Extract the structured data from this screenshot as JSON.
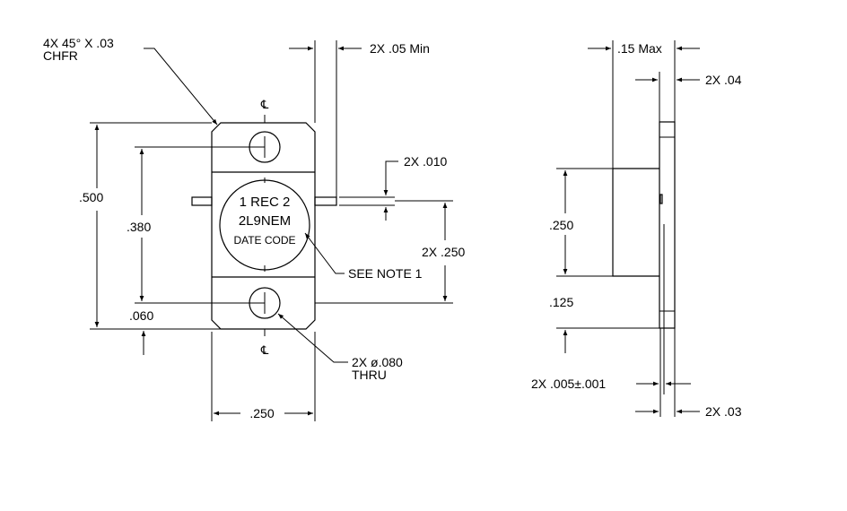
{
  "colors": {
    "line": "#000000",
    "background": "#ffffff"
  },
  "labels": {
    "chamfer_line1": "4X 45° X .03",
    "chamfer_line2": "CHFR",
    "lead_min": "2X .05 Min",
    "max_thickness": ".15 Max",
    "flange_thk": "2X .04",
    "lead_thk": "2X .010",
    "height": ".500",
    "hole_spacing": ".380",
    "hole_edge": ".060",
    "lead_pos": "2X .250",
    "width": ".250",
    "note": "SEE NOTE 1",
    "hole_line1": "2X ø.080",
    "hole_line2": "THRU",
    "side_250": ".250",
    "side_125": ".125",
    "tolerance": "2X .005±.001",
    "lead_03": "2X .03",
    "centerline": "℄"
  },
  "marking": {
    "line1": "1 REC 2",
    "line2": "2L9NEM",
    "line3": "DATE CODE"
  }
}
